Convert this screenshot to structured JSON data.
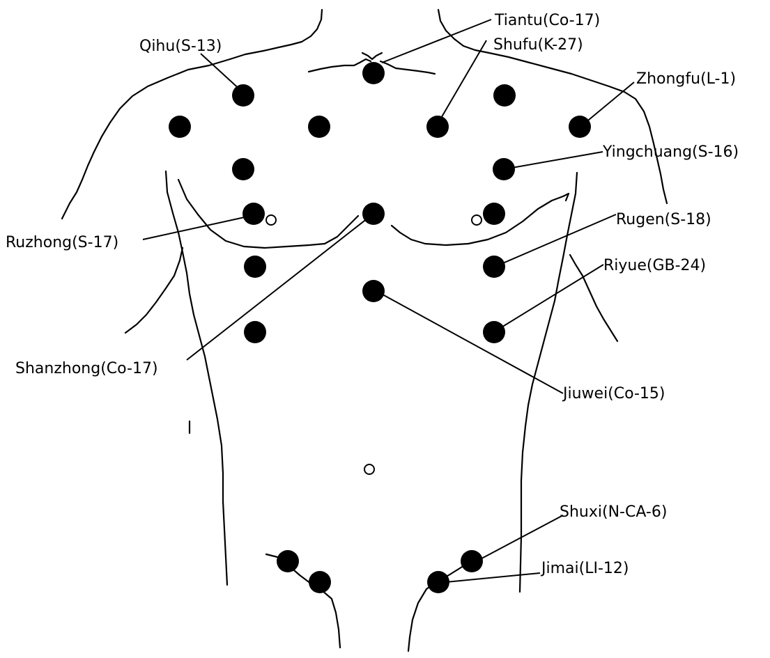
{
  "diagram": {
    "colors": {
      "ink": "#000000",
      "background": "#ffffff"
    },
    "labels": [
      {
        "id": "tiantu",
        "text": "Tiantu(Co-17)"
      },
      {
        "id": "shufu",
        "text": "Shufu(K-27)"
      },
      {
        "id": "qihu",
        "text": "Qihu(S-13)"
      },
      {
        "id": "zhongfu",
        "text": "Zhongfu(L-1)"
      },
      {
        "id": "yingchuang",
        "text": "Yingchuang(S-16)"
      },
      {
        "id": "ruzhong",
        "text": "Ruzhong(S-17)"
      },
      {
        "id": "rugen",
        "text": "Rugen(S-18)"
      },
      {
        "id": "riyue",
        "text": "Riyue(GB-24)"
      },
      {
        "id": "shanzhong",
        "text": "Shanzhong(Co-17)"
      },
      {
        "id": "jiuwei",
        "text": "Jiuwei(Co-15)"
      },
      {
        "id": "shuxi",
        "text": "Shuxi(N-CA-6)"
      },
      {
        "id": "jimai",
        "text": "Jimai(LI-12)"
      }
    ]
  }
}
